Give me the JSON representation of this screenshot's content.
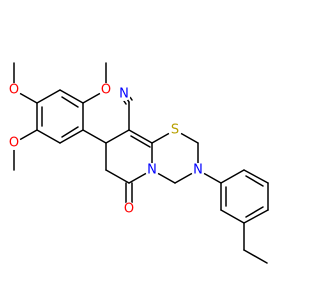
{
  "structure": {
    "atoms": {
      "n_nitrile": {
        "text": "N",
        "color": "#0000ff"
      },
      "s_thiazine": {
        "text": "S",
        "color": "#b8a000"
      },
      "n_ring_4": {
        "text": "N",
        "color": "#0000ff"
      },
      "n_ring_3": {
        "text": "N",
        "color": "#0000ff"
      },
      "o_carbonyl": {
        "text": "O",
        "color": "#ff0000"
      },
      "o_methoxy_top": {
        "text": "O",
        "color": "#ff0000"
      },
      "o_methoxy_left": {
        "text": "O",
        "color": "#ff0000"
      },
      "o_methoxy_bottom": {
        "text": "O",
        "color": "#ff0000"
      }
    },
    "bond_color": "#000000"
  }
}
